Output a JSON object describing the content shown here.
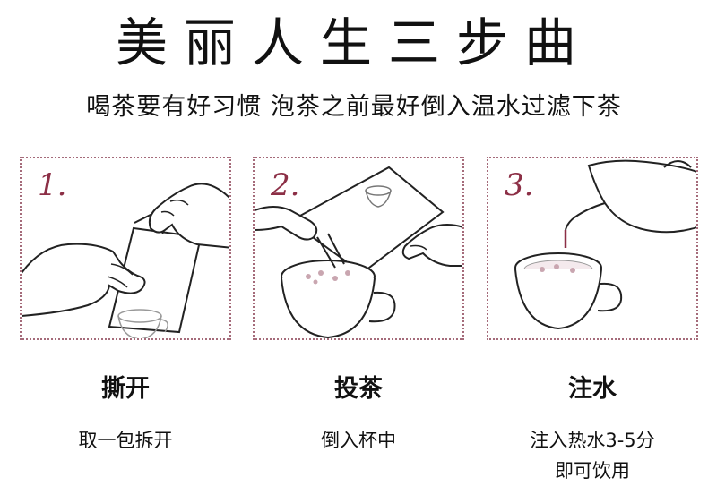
{
  "header": {
    "title": "美丽人生三步曲",
    "subtitle": "喝茶要有好习惯 泡茶之前最好倒入温水过滤下茶"
  },
  "steps": [
    {
      "number": "1.",
      "title": "撕开",
      "description": "取一包拆开",
      "description_line2": ""
    },
    {
      "number": "2.",
      "title": "投茶",
      "description": "倒入杯中",
      "description_line2": ""
    },
    {
      "number": "3.",
      "title": "注水",
      "description": "注入热水3-5分",
      "description_line2": "即可饮用"
    }
  ],
  "colors": {
    "accent": "#8c2f46",
    "border": "#a56b7a",
    "text": "#111111"
  }
}
